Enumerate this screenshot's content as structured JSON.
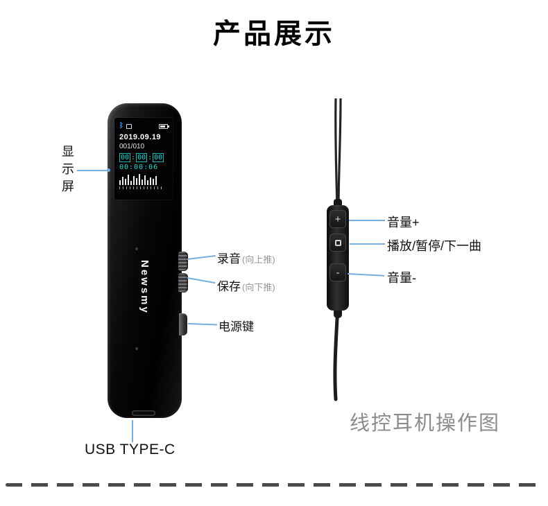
{
  "page": {
    "title": "产品展示",
    "caption": "线控耳机操作图"
  },
  "recorder": {
    "brand": "Newsmy",
    "screen": {
      "status_icons": [
        "bluetooth-icon",
        "repeat-icon",
        "battery-icon"
      ],
      "date": "2019.09.19",
      "track": "001/010",
      "time_current": "00:00:00",
      "time_total": "00:00:06",
      "waveform_bars": [
        7,
        12,
        9,
        15,
        6,
        13,
        10,
        16,
        8,
        14,
        7,
        11,
        9,
        13
      ]
    },
    "callouts": {
      "display": "显示屏",
      "record": "录音",
      "record_hint": "(向上推)",
      "save": "保存",
      "save_hint": "(向下推)",
      "power": "电源键",
      "usb": "USB TYPE-C"
    }
  },
  "remote": {
    "buttons": {
      "volume_up": "+",
      "volume_down": "-"
    },
    "callouts": {
      "volume_up": "音量+",
      "play": "播放/暂停/下一曲",
      "volume_down": "音量-"
    }
  },
  "icons": {
    "bluetooth": "ᛒ"
  },
  "colors": {
    "accent_line": "#74aede",
    "screen_cyan": "#25dcd4",
    "caption_gray": "#8c8c8c",
    "device_black": "#0a0a0b"
  }
}
